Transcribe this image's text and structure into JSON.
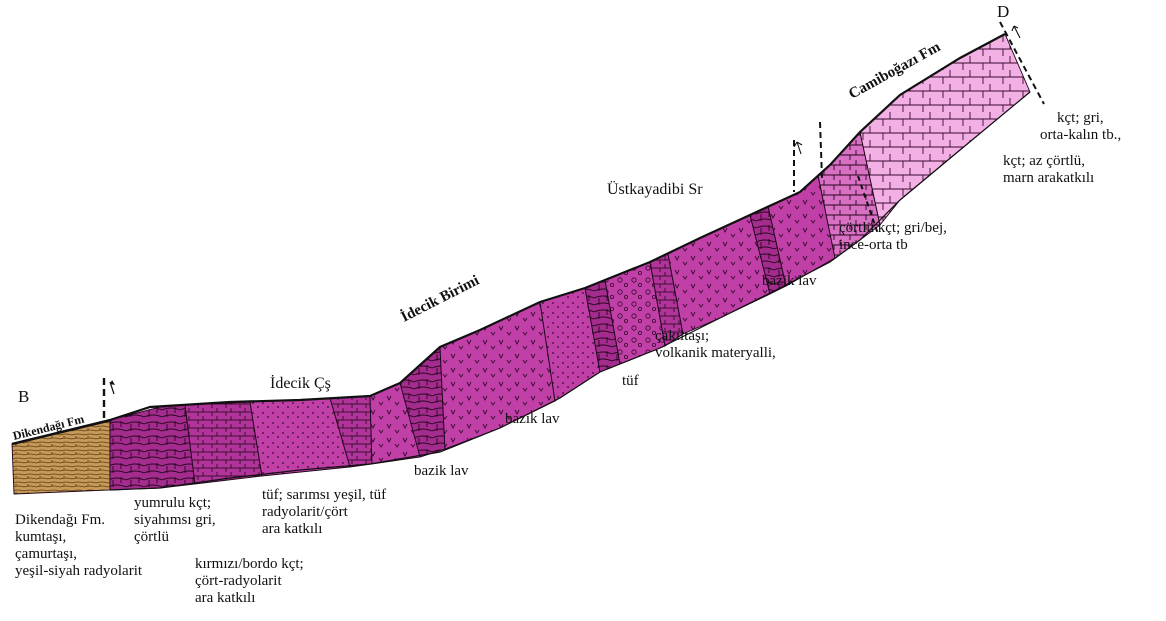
{
  "section": {
    "start_label": "B",
    "end_label": "D",
    "formation_left": "Dikendağı Fm",
    "formation_right": "Camiboğazı Fm",
    "unit_name": "İdecik Birimi"
  },
  "members": {
    "idecik_cs": "İdecik Çş",
    "ustkayadibi_sr": "Üstkayadibi Sr"
  },
  "annotations": {
    "dikendagi": [
      "Dikendağı Fm.",
      "kumtaşı,",
      "çamurtaşı,",
      "yeşil-siyah radyolarit"
    ],
    "yumrulu": [
      "yumrulu kçt;",
      "siyahımsı gri,",
      "çörtlü"
    ],
    "kirmizi": [
      "kırmızı/bordo kçt;",
      "çört-radyolarit",
      "ara katkılı"
    ],
    "tuf_sarimsi": [
      "tüf; sarımsı yeşil, tüf",
      "radyolarit/çört",
      "ara katkılı"
    ],
    "bazik_lav_1": "bazik lav",
    "bazik_lav_2": "bazik lav",
    "tuf": "tüf",
    "cakiltasi": [
      "çakıltaşı;",
      "volkanik materyalli,"
    ],
    "bazik_lav_3": "bazik lav",
    "cortlu": [
      "çörtlü kçt; gri/bej,",
      "ince-orta tb"
    ],
    "kct_gri": [
      "kçt; gri,",
      "orta-kalın tb.,"
    ],
    "kct_az": [
      "kçt; az çörtlü,",
      "marn arakatkılı"
    ]
  },
  "colors": {
    "magenta": "#c040a8",
    "magenta_dark": "#a52c8f",
    "pink": "#f2b0e4",
    "tan": "#c89a5a",
    "outline": "#111111"
  }
}
